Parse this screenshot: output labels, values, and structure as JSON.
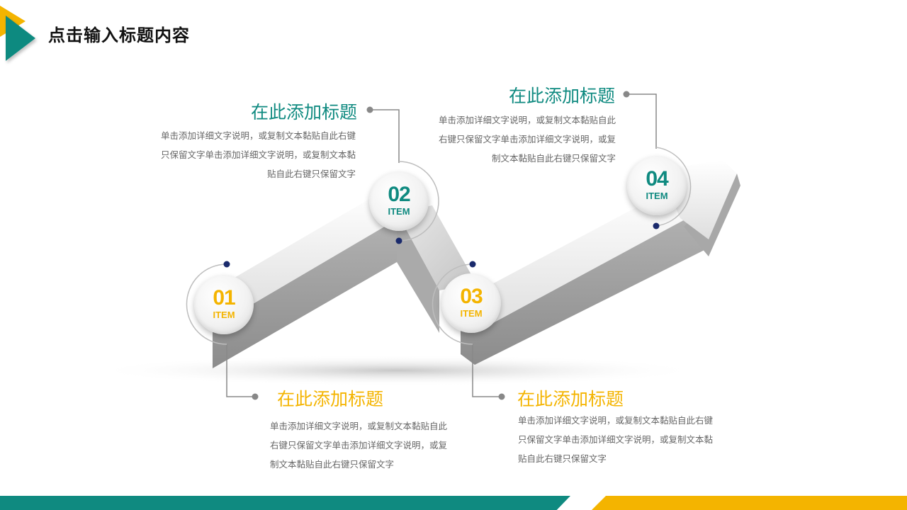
{
  "slide": {
    "title": "点击输入标题内容"
  },
  "steps": [
    {
      "number": "01",
      "tag": "ITEM",
      "heading": "在此添加标题",
      "description_lines": [
        "单击添加详细文字说明，或复制文本黏贴自此",
        "右键只保留文字单击添加详细文字说明，或复",
        "制文本黏贴自此右键只保留文字"
      ]
    },
    {
      "number": "02",
      "tag": "ITEM",
      "heading": "在此添加标题",
      "description_lines": [
        "单击添加详细文字说明，或复制文本黏贴自此右键",
        "只保留文字单击添加详细文字说明，或复制文本黏",
        "贴自此右键只保留文字"
      ]
    },
    {
      "number": "03",
      "tag": "ITEM",
      "heading": "在此添加标题",
      "description_lines": [
        "单击添加详细文字说明，或复制文本黏贴自此右键",
        "只保留文字单击添加详细文字说明，或复制文本黏",
        "贴自此右键只保留文字"
      ]
    },
    {
      "number": "04",
      "tag": "ITEM",
      "heading": "在此添加标题",
      "description_lines": [
        "单击添加详细文字说明，或复制文本黏贴自此",
        "右键只保留文字单击添加详细文字说明，或复",
        "制文本黏贴自此右键只保留文字"
      ]
    }
  ],
  "colors": {
    "teal": "#0f8a80",
    "gold": "#f4b400",
    "navy_dot": "#1a2a6c",
    "connector": "#888888"
  }
}
